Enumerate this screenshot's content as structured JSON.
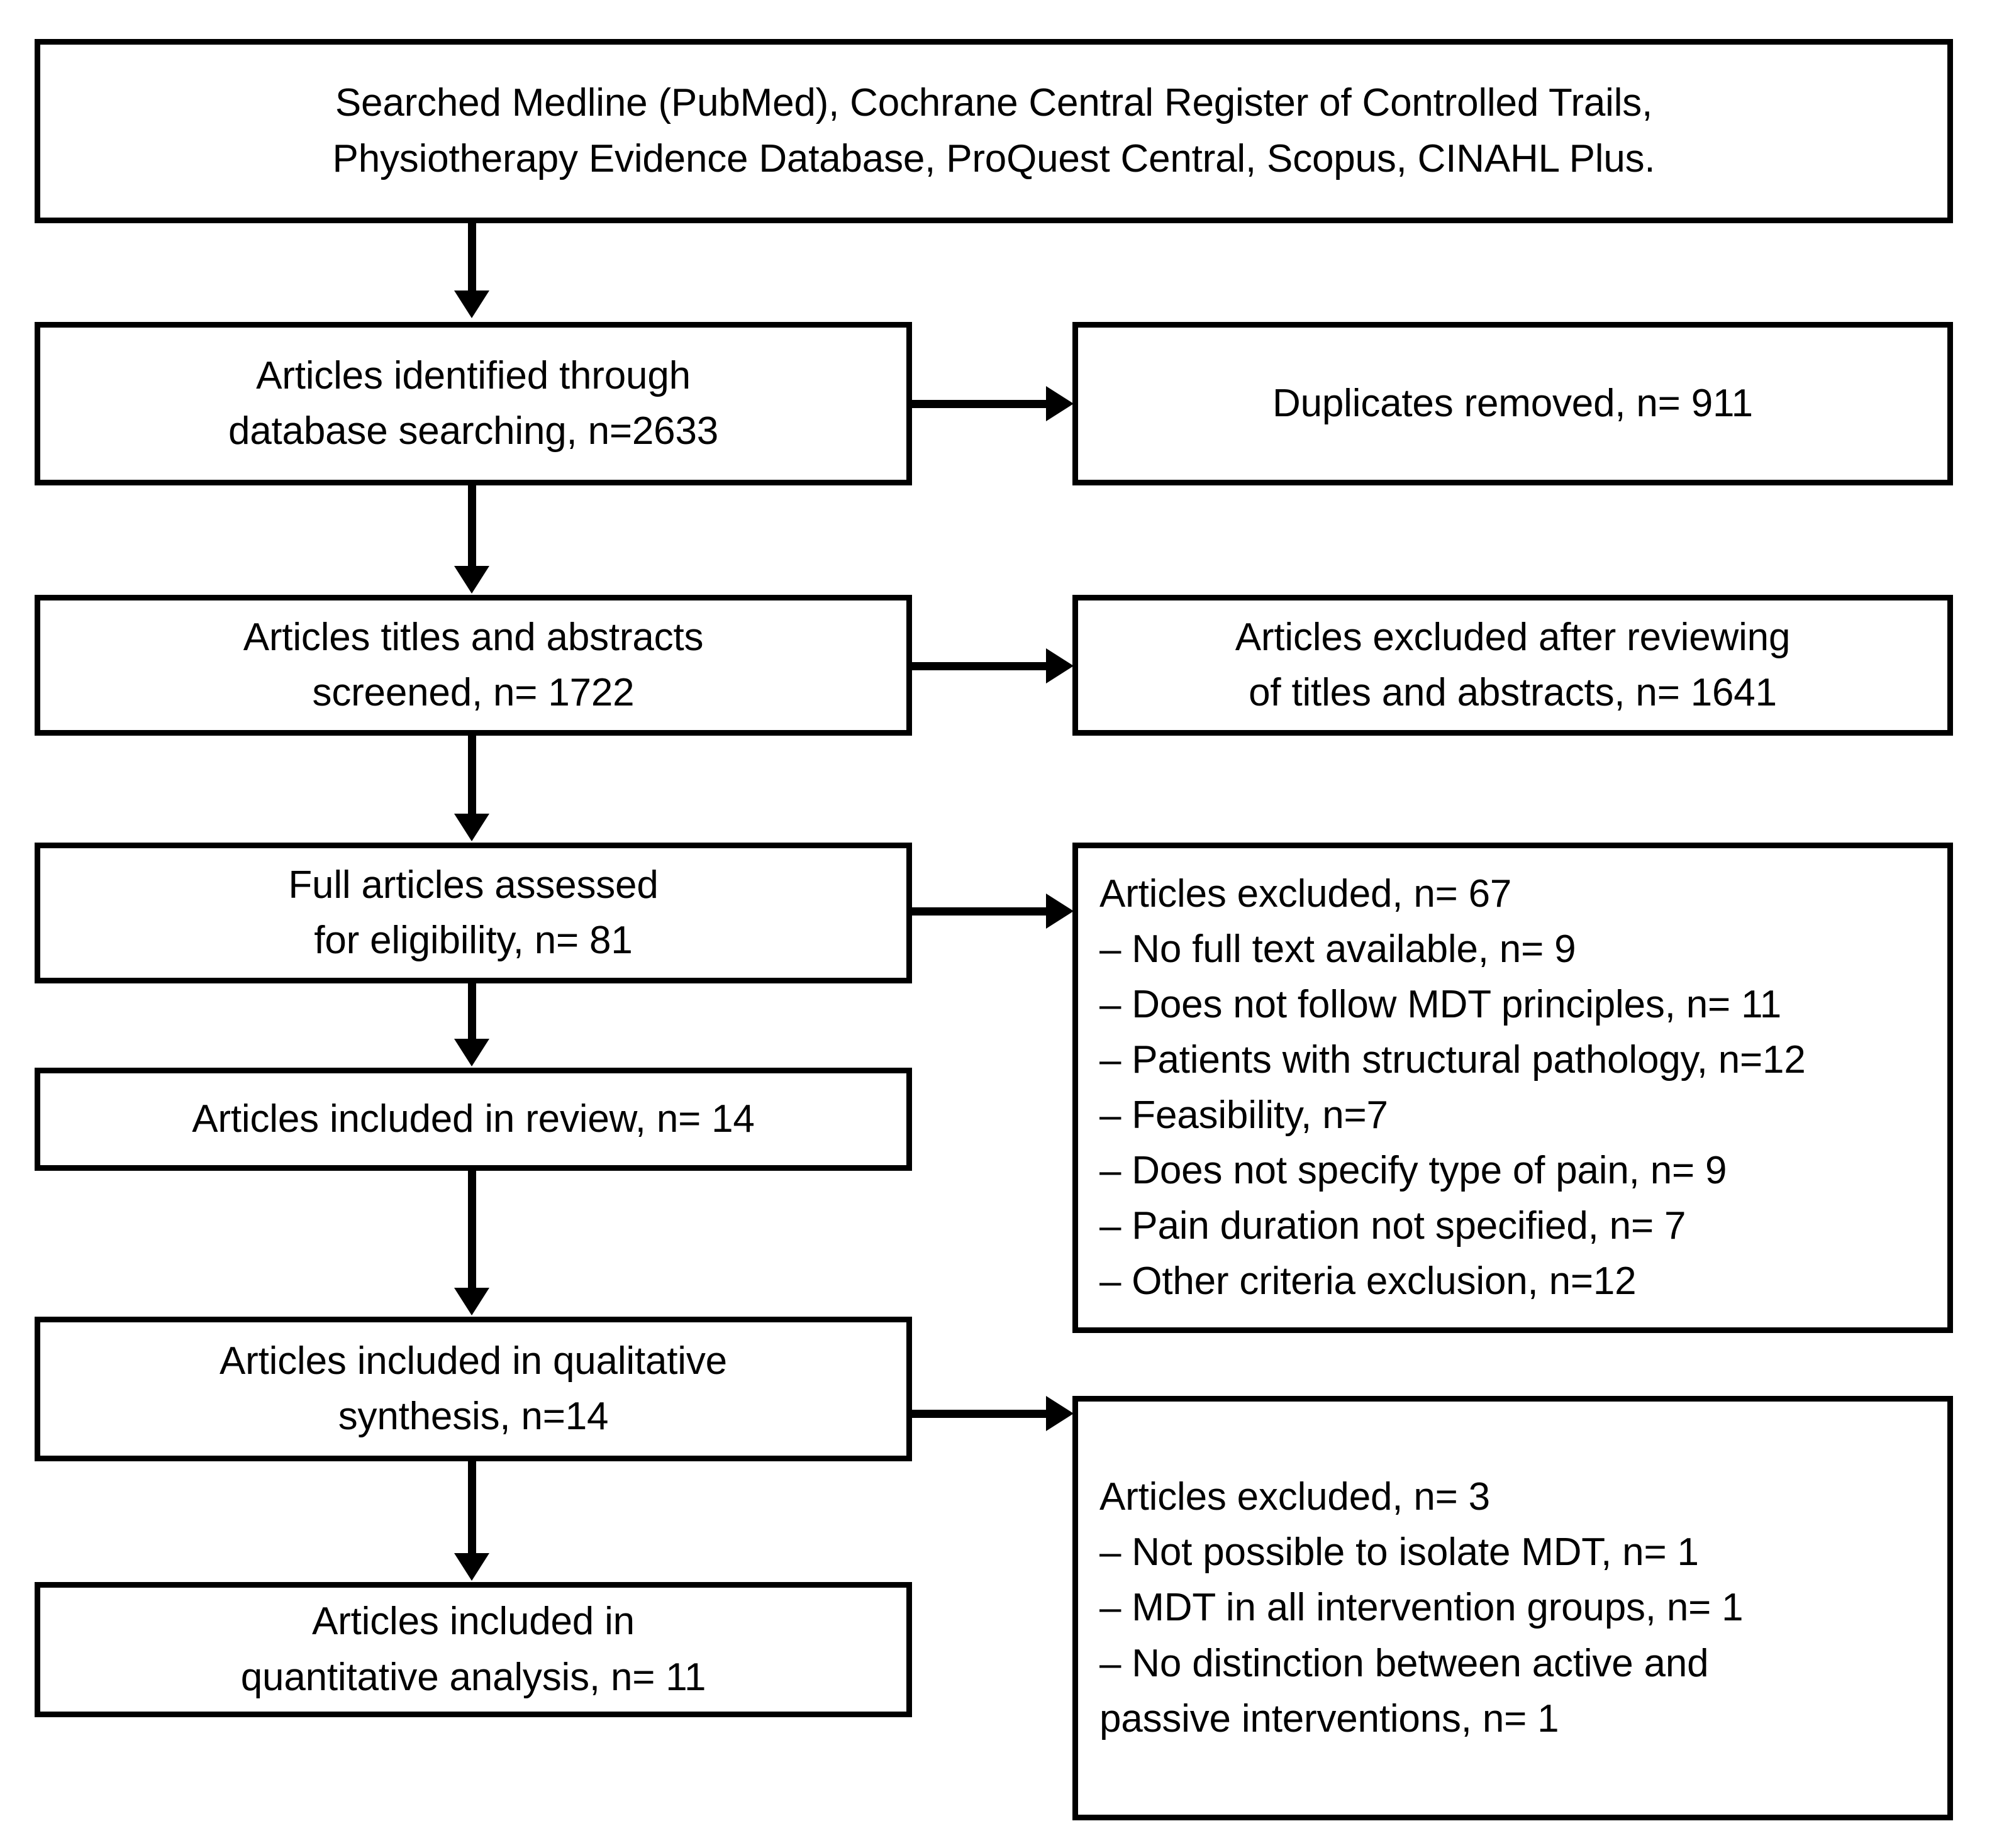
{
  "diagram": {
    "title": "PRISMA study selection flow diagram",
    "accent_color": "#000000",
    "background_color": "#ffffff",
    "nodes": {
      "sources": {
        "line1": "Searched Medline (PubMed), Cochrane Central Register of Controlled Trails,",
        "line2": "Physiotherapy Evidence Database, ProQuest Central, Scopus, CINAHL Plus."
      },
      "identified": {
        "line1": "Articles identified through",
        "line2": "database searching, n=2633"
      },
      "duplicates": {
        "line1": "Duplicates removed, n= 911"
      },
      "screened": {
        "line1": "Articles titles and abstracts",
        "line2": "screened, n= 1722"
      },
      "excluded_screening": {
        "line1": "Articles excluded after reviewing",
        "line2": "of titles and abstracts, n= 1641"
      },
      "eligibility": {
        "line1": "Full articles assessed",
        "line2": "for eligibility, n= 81"
      },
      "excluded_fulltext": {
        "line1": "Articles excluded, n= 67",
        "line2": "– No full text available, n= 9",
        "line3": "– Does not follow MDT principles, n= 11",
        "line4": "– Patients with structural pathology, n=12",
        "line5": "– Feasibility, n=7",
        "line6": "– Does not specify type of pain, n= 9",
        "line7": "– Pain duration not specified, n= 7",
        "line8": "– Other criteria exclusion, n=12"
      },
      "included_review": {
        "line1": "Articles included in review, n= 14"
      },
      "qualitative": {
        "line1": "Articles included in qualitative",
        "line2": "synthesis, n=14"
      },
      "excluded_quantitative": {
        "line1": "Articles excluded, n= 3",
        "line2": "– Not possible to isolate MDT, n= 1",
        "line3": "– MDT in all intervention groups, n= 1",
        "line4": "– No distinction between active and",
        "line5": "passive interventions, n= 1"
      },
      "quantitative": {
        "line1": "Articles included in",
        "line2": "quantitative analysis, n= 11"
      }
    },
    "counts": {
      "identified": 2633,
      "duplicates_removed": 911,
      "screened": 1722,
      "excluded_after_title_abstract": 1641,
      "full_text_assessed": 81,
      "full_text_excluded_total": 67,
      "no_full_text_available": 9,
      "does_not_follow_mdt_principles": 11,
      "patients_with_structural_pathology": 12,
      "feasibility": 7,
      "does_not_specify_type_of_pain": 9,
      "pain_duration_not_specified": 7,
      "other_criteria_exclusion": 12,
      "included_in_review": 14,
      "qualitative_synthesis": 14,
      "excluded_before_quantitative_total": 3,
      "not_possible_to_isolate_mdt": 1,
      "mdt_in_all_intervention_groups": 1,
      "no_distinction_active_passive": 1,
      "quantitative_analysis": 11
    }
  }
}
